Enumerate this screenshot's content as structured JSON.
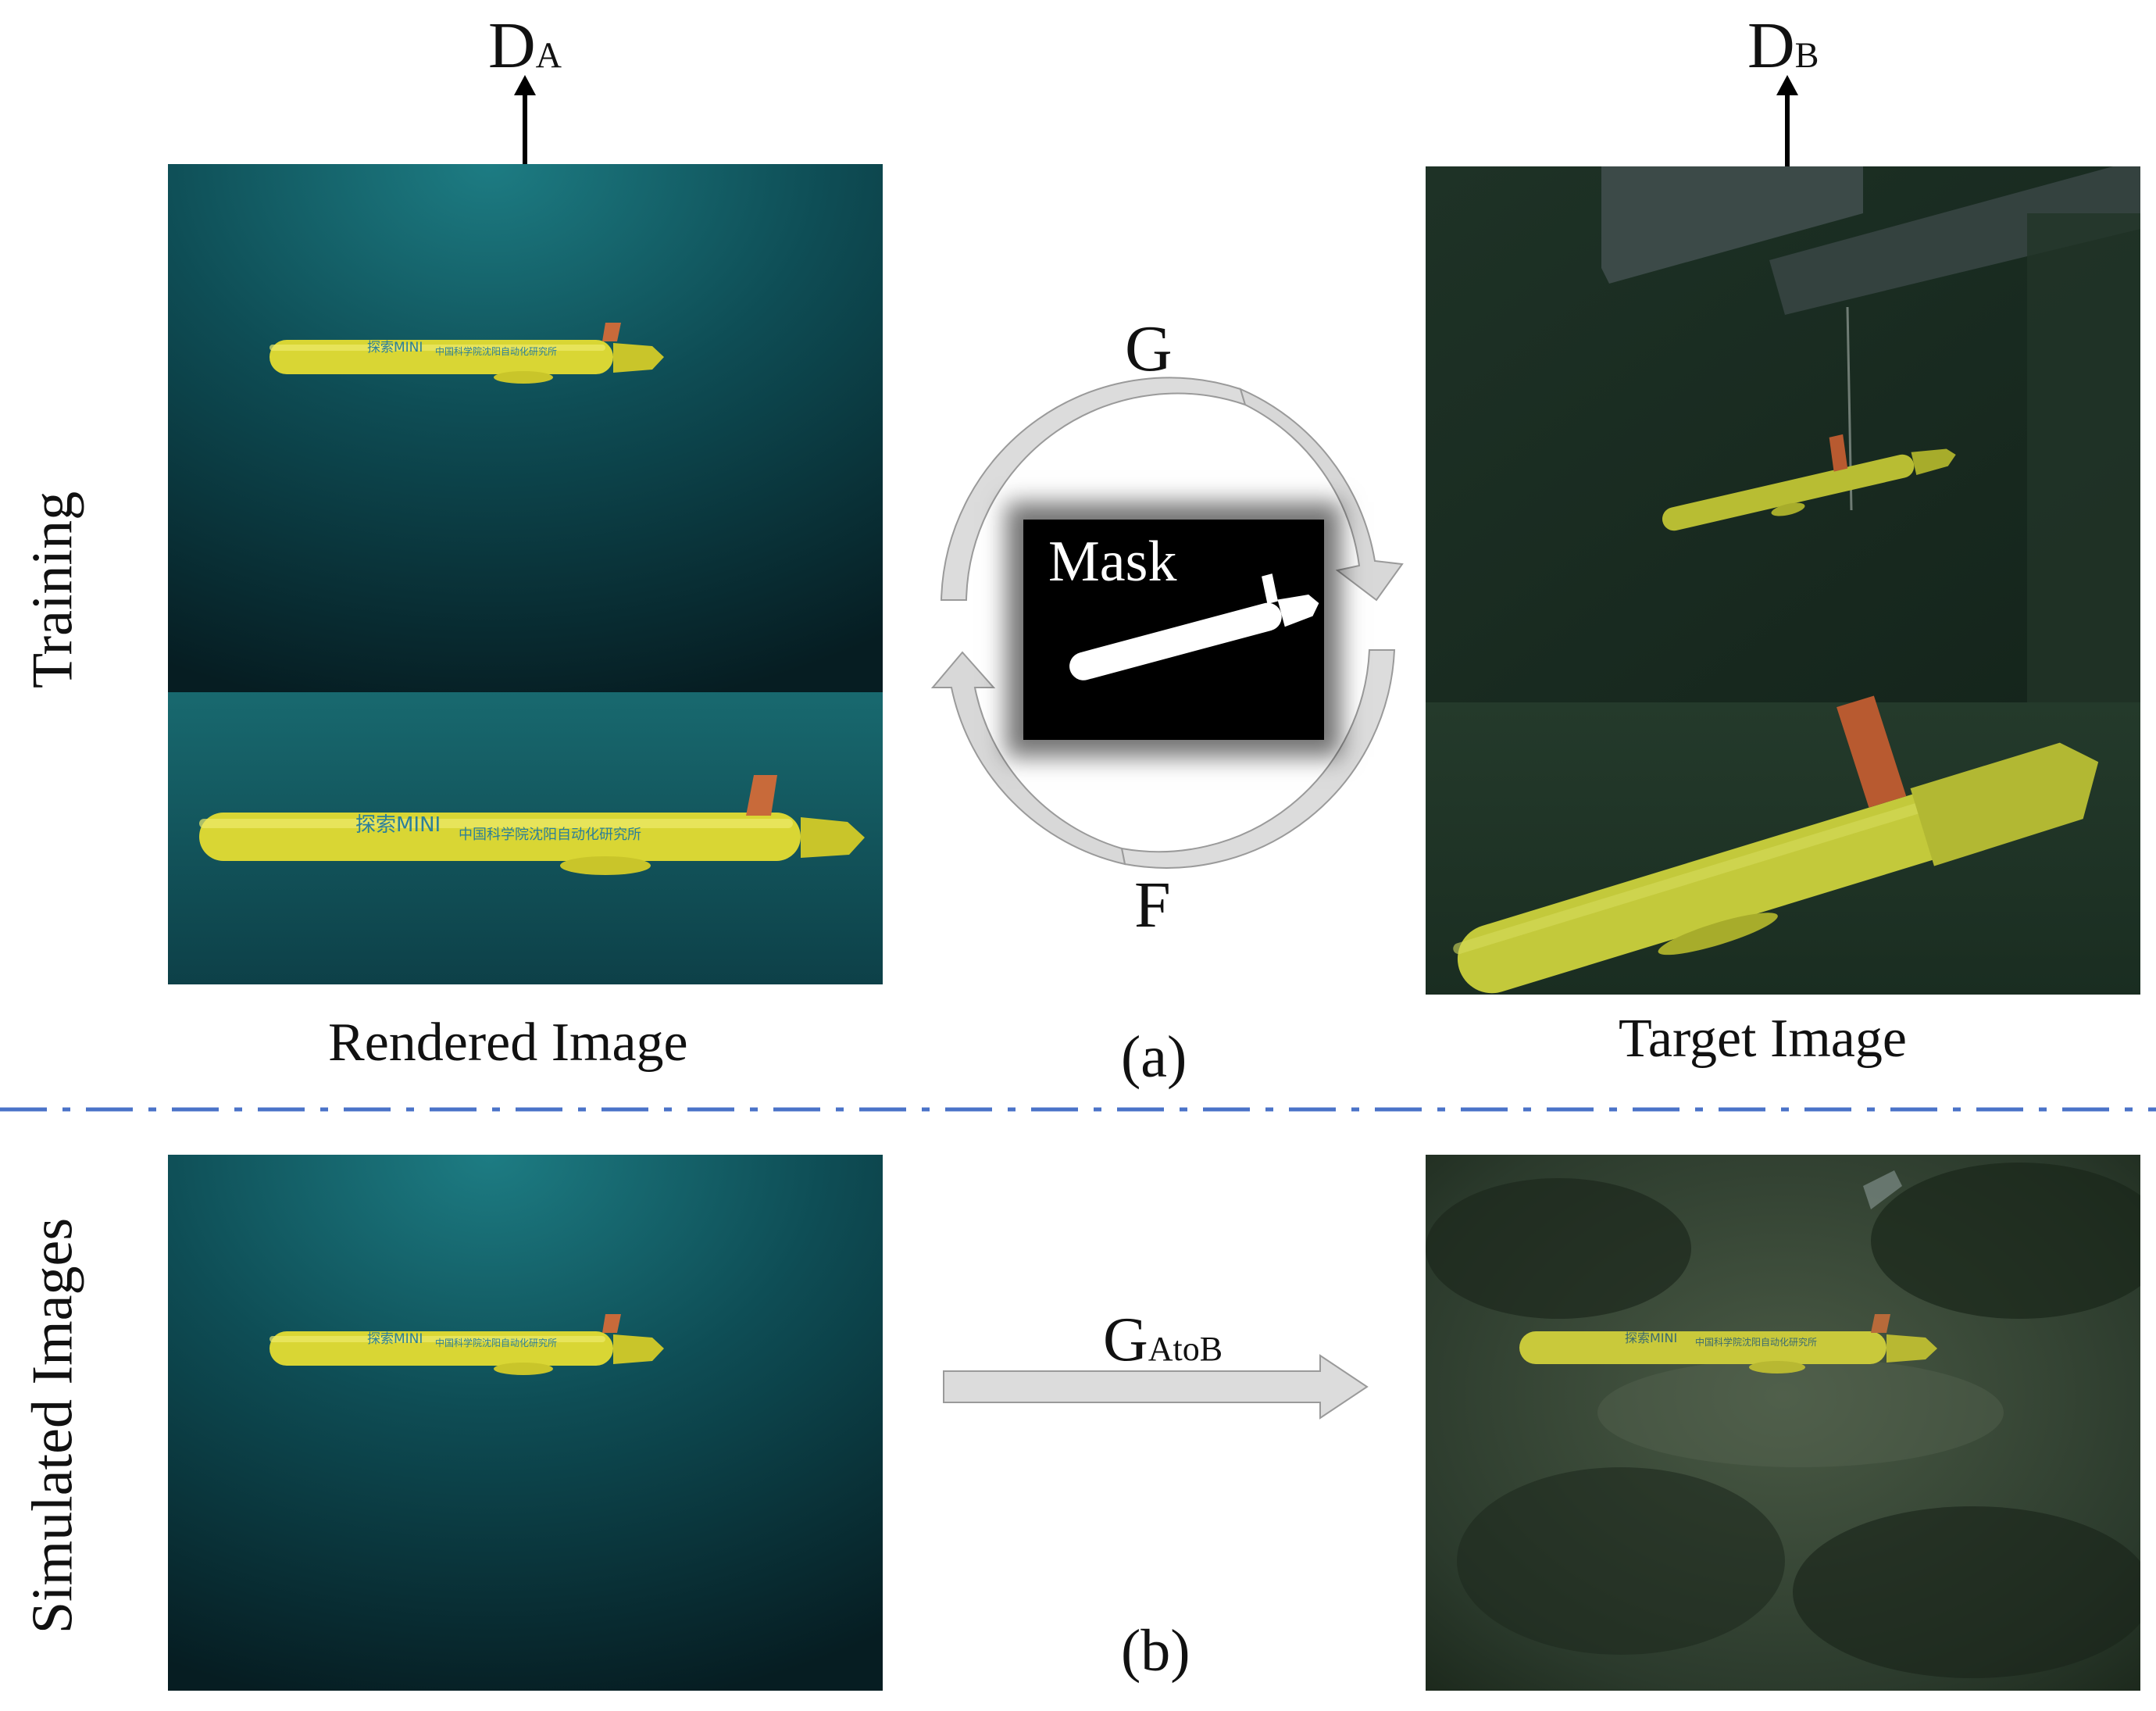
{
  "discriminators": {
    "a_main": "D",
    "a_sub": "A",
    "b_main": "D",
    "b_sub": "B"
  },
  "cycle": {
    "g_label": "G",
    "f_label": "F",
    "mask_label": "Mask"
  },
  "captions": {
    "rendered": "Rendered Image",
    "target": "Target Image",
    "part_a": "(a)",
    "part_b": "(b)"
  },
  "row_labels": {
    "training": "Training",
    "simulated": "Simulated Images"
  },
  "generator": {
    "main": "G",
    "sub": "AtoB"
  },
  "vehicle_text": {
    "name_cn": "探索MINI",
    "org_cn": "中国科学院沈阳自动化研究所"
  },
  "colors": {
    "rendered_water": "#0e4a52",
    "target_water": "#1b2e22",
    "vehicle_yellow": "#d9d634",
    "vehicle_fin": "#c86a3a",
    "arrow_gray": "#d6d6d6",
    "dashed_line": "#4a72c8"
  }
}
